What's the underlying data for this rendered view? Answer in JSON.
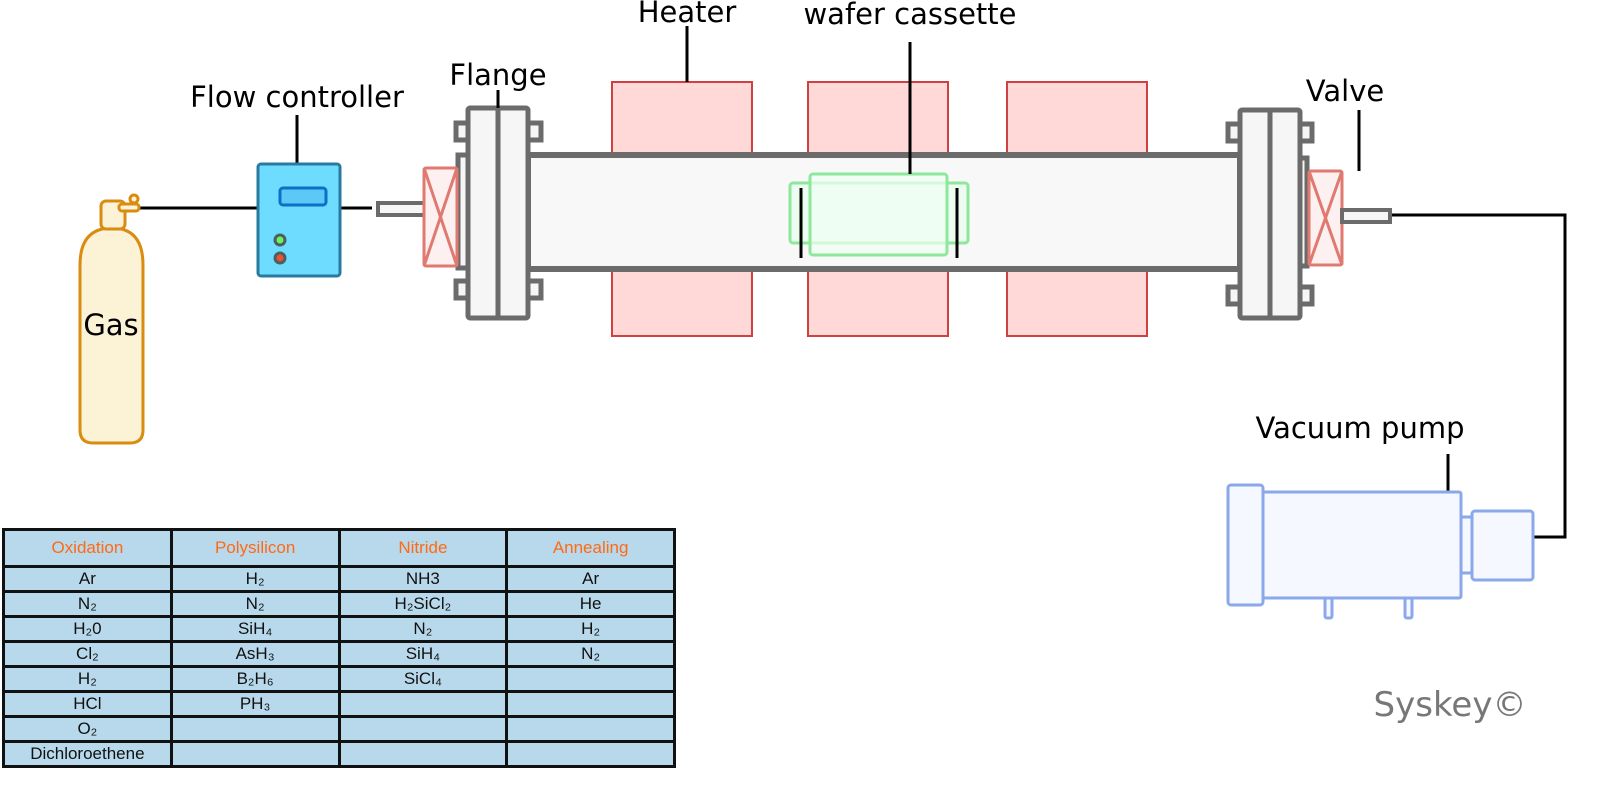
{
  "labels": {
    "gas": "Gas",
    "flow_controller": "Flow controller",
    "flange": "Flange",
    "heater": "Heater",
    "wafer_cassette": "wafer cassette",
    "valve": "Valve",
    "vacuum_pump": "Vacuum pump",
    "watermark": "Syskey©"
  },
  "colors": {
    "heater": "#ffd8d8",
    "controller": "#6ddcff",
    "valve": "#e07a70",
    "cassette": "#7de08f",
    "pump": "#8aa8ea",
    "cylinder": "#d98c10",
    "table_header": "#ff6a13",
    "table_cell": "#b8d8ec"
  },
  "table": {
    "headers": [
      "Oxidation",
      "Polysilicon",
      "Nitride",
      "Annealing"
    ],
    "rows": [
      [
        "Ar",
        "H₂",
        "NH3",
        "Ar"
      ],
      [
        "N₂",
        "N₂",
        "H₂SiCl₂",
        "He"
      ],
      [
        "H₂0",
        "SiH₄",
        "N₂",
        "H₂"
      ],
      [
        "Cl₂",
        "AsH₃",
        "SiH₄",
        "N₂"
      ],
      [
        "H₂",
        "B₂H₆",
        "SiCl₄",
        ""
      ],
      [
        "HCl",
        "PH₃",
        "",
        ""
      ],
      [
        "O₂",
        "",
        "",
        ""
      ],
      [
        "Dichloroethene",
        "",
        "",
        ""
      ]
    ]
  }
}
